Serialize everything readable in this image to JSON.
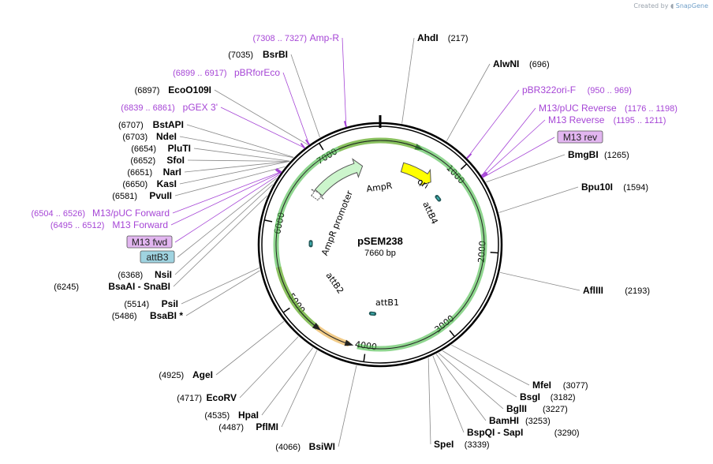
{
  "credit": {
    "prefix": "Created by",
    "brand": "SnapGene"
  },
  "plasmid": {
    "name": "pSEM238",
    "size_label": "7660 bp",
    "length": 7660
  },
  "ticks": [
    {
      "pos": 1000,
      "label": "1000"
    },
    {
      "pos": 2000,
      "label": "2000"
    },
    {
      "pos": 3000,
      "label": "3000"
    },
    {
      "pos": 4000,
      "label": "4000"
    },
    {
      "pos": 5000,
      "label": "5000"
    },
    {
      "pos": 6000,
      "label": "6000"
    },
    {
      "pos": 7000,
      "label": "7000"
    }
  ],
  "features": [
    {
      "name": "AmpR",
      "start": 6600,
      "end": 7390,
      "color": "#ccf5cc",
      "stroke": "#555555",
      "kind": "arrow"
    },
    {
      "name": "AmpR promoter",
      "start": 6500,
      "end": 6600,
      "color": "#ffffff",
      "stroke": "#555555",
      "kind": "promoter"
    },
    {
      "name": "ori",
      "start": 340,
      "end": 830,
      "color": "#ffff00",
      "stroke": "#555555",
      "kind": "arrow"
    },
    {
      "name": "attB4",
      "start": 1080,
      "end": 1105,
      "color": "#3fb0b0",
      "kind": "site"
    },
    {
      "name": "attB2",
      "start": 5750,
      "end": 5775,
      "color": "#3fb0b0",
      "kind": "site"
    },
    {
      "name": "attB1",
      "start": 3950,
      "end": 3975,
      "color": "#3fb0b0",
      "kind": "site"
    }
  ],
  "orfs": [
    {
      "start": 7160,
      "end": 470,
      "color": "#e8a838",
      "dir": "fwd"
    },
    {
      "start": 5480,
      "end": 4200,
      "color": "#e8a838",
      "dir": "rev"
    },
    {
      "start": 4100,
      "end": 4620,
      "color": "#44bb44",
      "dir": "rev2"
    }
  ],
  "feature_labels": {
    "ampr": "AmpR",
    "ampr_promoter": "AmpR promoter",
    "ori": "ori",
    "attb4": "attB4",
    "attb2": "attB2",
    "attb1": "attB1"
  },
  "left_labels": [
    {
      "pos_text": "(7308 .. 7327)",
      "name": "Amp-R",
      "type": "primer"
    },
    {
      "pos_text": "(7035)",
      "name": "BsrBI",
      "type": "enzyme"
    },
    {
      "pos_text": "(6899 .. 6917)",
      "name": "pBRforEco",
      "type": "primer"
    },
    {
      "pos_text": "(6897)",
      "name": "EcoO109I",
      "type": "enzyme"
    },
    {
      "pos_text": "(6839 .. 6861)",
      "name": "pGEX 3'",
      "type": "primer"
    },
    {
      "pos_text": "(6707)",
      "name": "BstAPI",
      "type": "enzyme"
    },
    {
      "pos_text": "(6703)",
      "name": "NdeI",
      "type": "enzyme"
    },
    {
      "pos_text": "(6654)",
      "name": "PluTI",
      "type": "enzyme"
    },
    {
      "pos_text": "(6652)",
      "name": "SfoI",
      "type": "enzyme"
    },
    {
      "pos_text": "(6651)",
      "name": "NarI",
      "type": "enzyme"
    },
    {
      "pos_text": "(6650)",
      "name": "KasI",
      "type": "enzyme"
    },
    {
      "pos_text": "(6581)",
      "name": "PvuII",
      "type": "enzyme"
    },
    {
      "pos_text": "(6504 .. 6526)",
      "name": "M13/pUC Forward",
      "type": "primer"
    },
    {
      "pos_text": "(6495 .. 6512)",
      "name": "M13 Forward",
      "type": "primer"
    },
    {
      "pos_text": "",
      "name": "M13 fwd",
      "type": "primer-box"
    },
    {
      "pos_text": "",
      "name": "attB3",
      "type": "site-box"
    },
    {
      "pos_text": "(6368)",
      "name": "NsiI",
      "type": "enzyme"
    },
    {
      "pos_text": "(6245)",
      "name": "BsaAI  -  SnaBI",
      "type": "enzyme"
    },
    {
      "pos_text": "(5514)",
      "name": "PsiI",
      "type": "enzyme"
    },
    {
      "pos_text": "(5486)",
      "name": "BsaBI *",
      "type": "enzyme"
    },
    {
      "pos_text": "(4925)",
      "name": "AgeI",
      "type": "enzyme"
    },
    {
      "pos_text": "(4717)",
      "name": "EcoRV",
      "type": "enzyme"
    },
    {
      "pos_text": "(4535)",
      "name": "HpaI",
      "type": "enzyme"
    },
    {
      "pos_text": "(4487)",
      "name": "PflMI",
      "type": "enzyme"
    },
    {
      "pos_text": "(4066)",
      "name": "BsiWI",
      "type": "enzyme"
    }
  ],
  "right_labels": [
    {
      "name": "AhdI",
      "pos_text": "(217)",
      "type": "enzyme"
    },
    {
      "name": "AlwNI",
      "pos_text": "(696)",
      "type": "enzyme"
    },
    {
      "name": "pBR322ori-F",
      "pos_text": "(950 .. 969)",
      "type": "primer"
    },
    {
      "name": "M13/pUC Reverse",
      "pos_text": "(1176 .. 1198)",
      "type": "primer"
    },
    {
      "name": "M13 Reverse",
      "pos_text": "(1195 .. 1211)",
      "type": "primer"
    },
    {
      "name": "M13 rev",
      "pos_text": "",
      "type": "primer-box"
    },
    {
      "name": "BmgBI",
      "pos_text": "(1265)",
      "type": "enzyme"
    },
    {
      "name": "Bpu10I",
      "pos_text": "(1594)",
      "type": "enzyme"
    },
    {
      "name": "AflIII",
      "pos_text": "(2193)",
      "type": "enzyme"
    },
    {
      "name": "MfeI",
      "pos_text": "(3077)",
      "type": "enzyme"
    },
    {
      "name": "BsgI",
      "pos_text": "(3182)",
      "type": "enzyme"
    },
    {
      "name": "BglII",
      "pos_text": "(3227)",
      "type": "enzyme"
    },
    {
      "name": "BamHI",
      "pos_text": "(3253)",
      "type": "enzyme"
    },
    {
      "name": "BspQI  -  SapI",
      "pos_text": "(3290)",
      "type": "enzyme"
    },
    {
      "name": "SpeI",
      "pos_text": "(3339)",
      "type": "enzyme"
    }
  ],
  "colors": {
    "enzyme_line": "#888888",
    "primer": "#a646d6",
    "primer_box_fill": "#e2b6f0",
    "site_box_fill": "#9fd3e0",
    "backbone": "#000000"
  }
}
